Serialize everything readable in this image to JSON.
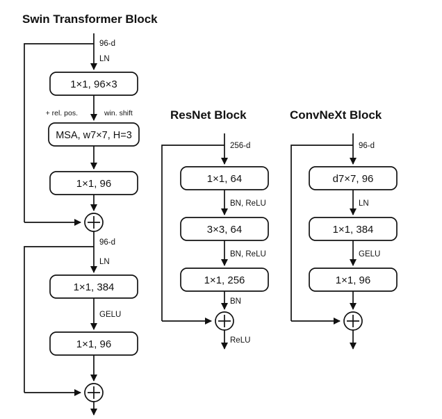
{
  "figure": {
    "type": "diagram",
    "description": "Side-by-side comparison of Swin Transformer, ResNet and ConvNeXt residual blocks"
  },
  "columns": [
    {
      "id": "swin",
      "title": "Swin Transformer Block",
      "input_label": "96-d",
      "stages": [
        {
          "pre_edge": "LN",
          "box": "1×1, 96×3",
          "left_note": "",
          "right_note": ""
        },
        {
          "pre_edge": "",
          "box": "MSA, w7×7, H=3",
          "left_note": "+ rel. pos.",
          "right_note": "win. shift"
        },
        {
          "pre_edge": "",
          "box": "1×1, 96",
          "left_note": "",
          "right_note": ""
        }
      ],
      "mid_label": "96-d",
      "stages2": [
        {
          "pre_edge": "LN",
          "box": "1×1, 384"
        },
        {
          "pre_edge": "GELU",
          "box": "1×1, 96"
        }
      ],
      "sum_icon": "plus-circle",
      "post_edge": ""
    },
    {
      "id": "resnet",
      "title": "ResNet Block",
      "input_label": "256-d",
      "stages": [
        {
          "pre_edge": "",
          "box": "1×1, 64"
        },
        {
          "pre_edge": "BN, ReLU",
          "box": "3×3, 64"
        },
        {
          "pre_edge": "BN, ReLU",
          "box": "1×1, 256"
        }
      ],
      "sum_pre_edge": "BN",
      "sum_icon": "plus-circle",
      "post_edge": "ReLU"
    },
    {
      "id": "convnext",
      "title": "ConvNeXt Block",
      "input_label": "96-d",
      "stages": [
        {
          "pre_edge": "",
          "box": "d7×7, 96"
        },
        {
          "pre_edge": "LN",
          "box": "1×1, 384"
        },
        {
          "pre_edge": "GELU",
          "box": "1×1, 96"
        }
      ],
      "sum_pre_edge": "",
      "sum_icon": "plus-circle",
      "post_edge": ""
    }
  ],
  "colors": {
    "stroke": "#111111",
    "background": "#ffffff",
    "text": "#111111"
  }
}
